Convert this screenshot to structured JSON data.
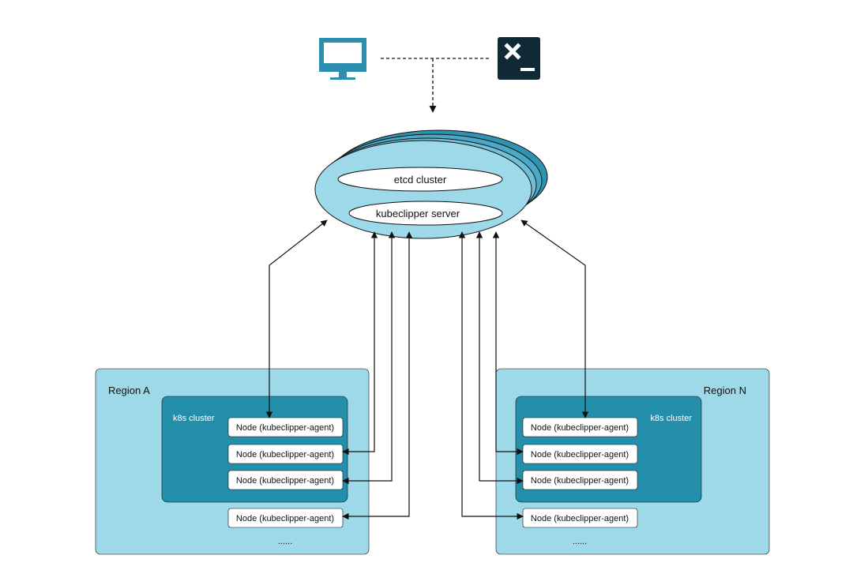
{
  "clients": [
    {
      "name": "monitor-icon",
      "color": "#2b8fad"
    },
    {
      "name": "terminal-icon",
      "color": "#0f2a35"
    }
  ],
  "server": {
    "etcd_label": "etcd cluster",
    "server_label": "kubeclipper server"
  },
  "regions": [
    {
      "id": "a",
      "title": "Region A",
      "cluster_label": "k8s cluster",
      "cluster_nodes": [
        "Node (kubeclipper-agent)",
        "Node (kubeclipper-agent)",
        "Node (kubeclipper-agent)"
      ],
      "extra_nodes": [
        "Node (kubeclipper-agent)"
      ],
      "more": "......"
    },
    {
      "id": "n",
      "title": "Region N",
      "cluster_label": "k8s cluster",
      "cluster_nodes": [
        "Node (kubeclipper-agent)",
        "Node (kubeclipper-agent)",
        "Node (kubeclipper-agent)"
      ],
      "extra_nodes": [
        "Node (kubeclipper-agent)"
      ],
      "more": "......"
    }
  ],
  "colors": {
    "region_fill": "#9ed9ea",
    "cluster_fill": "#238fab",
    "server_fill": "#9ed9ea",
    "server_back": "#4aa9c6",
    "line": "#111111"
  }
}
